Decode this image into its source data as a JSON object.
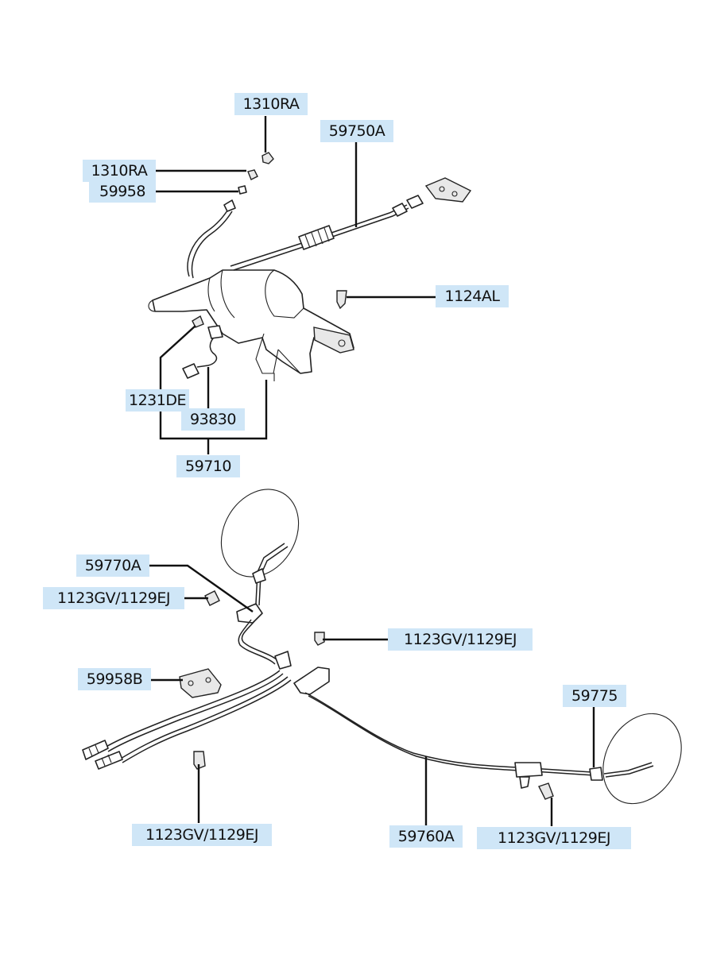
{
  "callouts": {
    "c1310ra_top": "1310RA",
    "c59750a": "59750A",
    "c1310ra_mid": "1310RA",
    "c59958": "59958",
    "c1124al": "1124AL",
    "c1231de": "1231DE",
    "c93830": "93830",
    "c59710": "59710",
    "c59770a": "59770A",
    "c1123gv_left": "1123GV/1129EJ",
    "c1123gv_center": "1123GV/1129EJ",
    "c59958b": "59958B",
    "c59775": "59775",
    "c1123gv_bottom_left": "1123GV/1129EJ",
    "c59760a": "59760A",
    "c1123gv_bottom_right": "1123GV/1129EJ"
  }
}
